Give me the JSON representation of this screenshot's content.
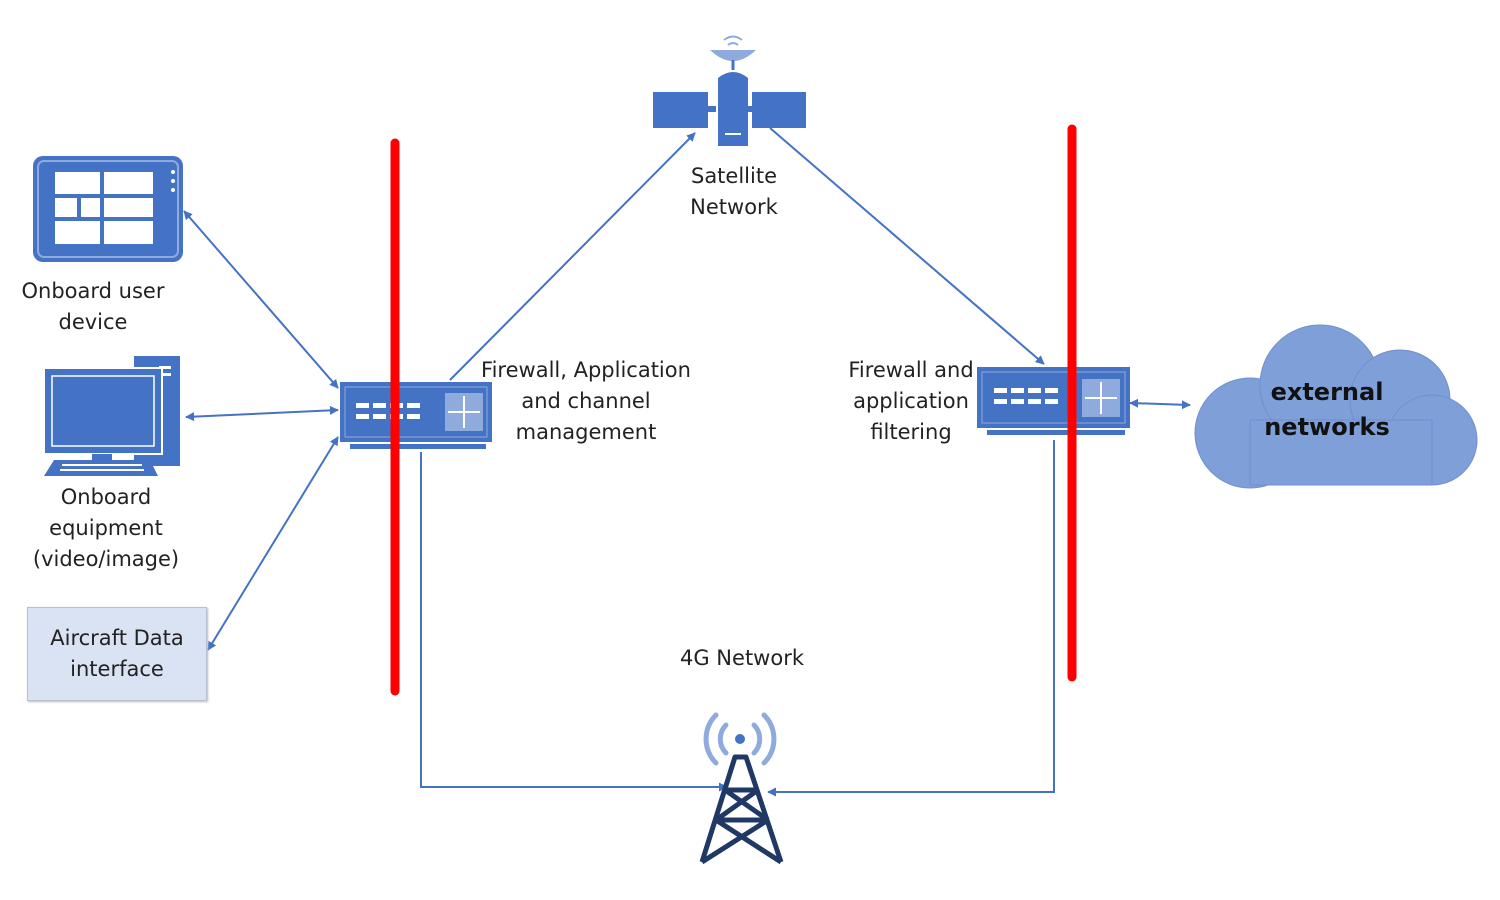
{
  "colors": {
    "device_blue": "#4472c4",
    "device_light": "#8faadc",
    "line_blue": "#4472c4",
    "firewall_red": "#ff0000",
    "cloud_fill": "#7f9fd8",
    "tower_dark": "#203864",
    "box_fill": "#dae3f3"
  },
  "nodes": {
    "onboard_user_device": {
      "icon": "tablet-icon",
      "label_lines": [
        "Onboard user",
        "device"
      ]
    },
    "onboard_equipment": {
      "icon": "desktop-computer-icon",
      "label_lines": [
        "Onboard",
        "equipment",
        "(video/image)"
      ]
    },
    "aircraft_data_interface": {
      "label_lines": [
        "Aircraft Data",
        "interface"
      ]
    },
    "router_left": {
      "icon": "router-icon",
      "label_lines": [
        "Firewall, Application",
        "and channel",
        "management"
      ]
    },
    "satellite": {
      "icon": "satellite-icon",
      "label_lines": [
        "Satellite",
        "Network"
      ]
    },
    "router_right": {
      "icon": "router-icon",
      "label_lines": [
        "Firewall and",
        "application",
        "filtering"
      ]
    },
    "external_networks": {
      "icon": "cloud-icon",
      "label_lines": [
        "external",
        "networks"
      ]
    },
    "cell_tower": {
      "icon": "cell-tower-icon",
      "label": "4G Network"
    }
  }
}
